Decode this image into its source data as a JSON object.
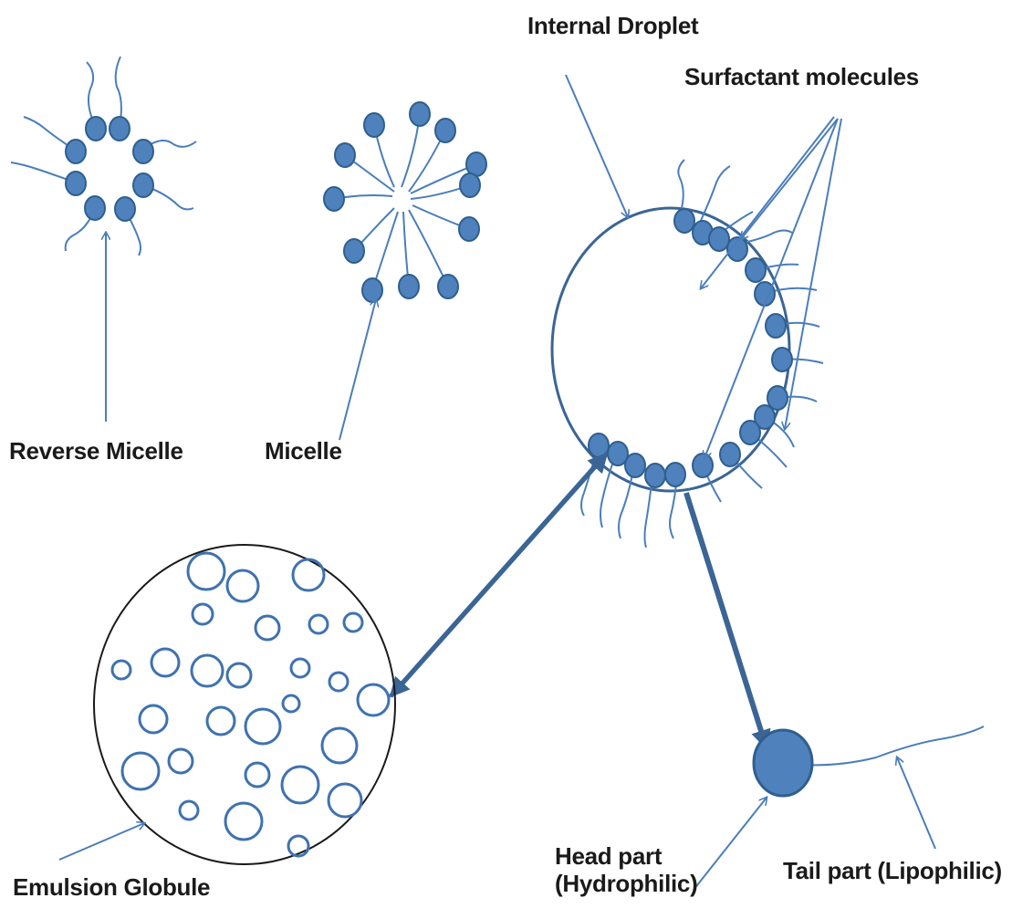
{
  "labels": {
    "internal_droplet": "Internal Droplet",
    "surfactant_molecules": "Surfactant molecules",
    "reverse_micelle": "Reverse Micelle",
    "micelle": "Micelle",
    "emulsion_globule": "Emulsion Globule",
    "head_part_line1": "Head part",
    "head_part_line2": "(Hydrophilic)",
    "tail_part": "Tail part (Lipophilic)"
  },
  "colors": {
    "head_fill": "#4f81bd",
    "head_stroke": "#2e5f8e",
    "line": "#4a7ebb",
    "dark_line": "#3a6595",
    "text": "#1a1a1a"
  }
}
